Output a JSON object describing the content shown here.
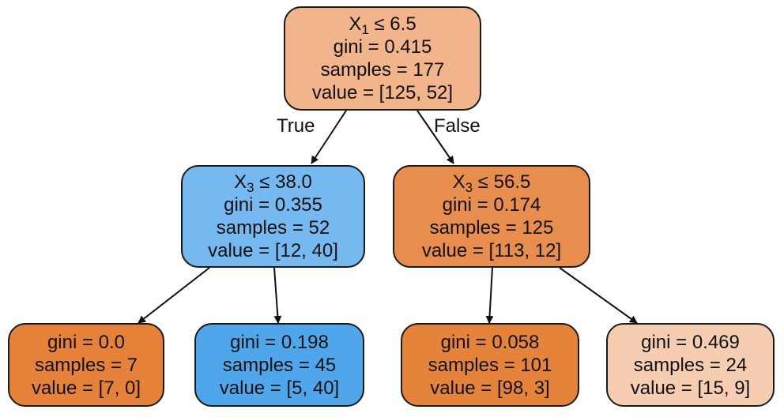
{
  "colors": {
    "root": "#f2b48a",
    "node_left": "#76b9f0",
    "node_right": "#e78e4e",
    "leaf_ll": "#e58138",
    "leaf_lr": "#4fa6ea",
    "leaf_rl": "#e5833b",
    "leaf_rr": "#f6cdb0",
    "edge": "#111111"
  },
  "edges": {
    "true_label": "True",
    "false_label": "False"
  },
  "nodes": {
    "root": {
      "split_var": "X",
      "split_sub": "1",
      "split_op": " ≤ 6.5",
      "gini": "gini = 0.415",
      "samples": "samples = 177",
      "value": "value = [125, 52]"
    },
    "left": {
      "split_var": "X",
      "split_sub": "3",
      "split_op": " ≤ 38.0",
      "gini": "gini = 0.355",
      "samples": "samples = 52",
      "value": "value = [12, 40]"
    },
    "right": {
      "split_var": "X",
      "split_sub": "3",
      "split_op": " ≤ 56.5",
      "gini": "gini = 0.174",
      "samples": "samples = 125",
      "value": "value = [113, 12]"
    },
    "leaf_ll": {
      "gini": "gini = 0.0",
      "samples": "samples = 7",
      "value": "value = [7, 0]"
    },
    "leaf_lr": {
      "gini": "gini = 0.198",
      "samples": "samples = 45",
      "value": "value = [5, 40]"
    },
    "leaf_rl": {
      "gini": "gini = 0.058",
      "samples": "samples = 101",
      "value": "value = [98, 3]"
    },
    "leaf_rr": {
      "gini": "gini = 0.469",
      "samples": "samples = 24",
      "value": "value = [15, 9]"
    }
  }
}
